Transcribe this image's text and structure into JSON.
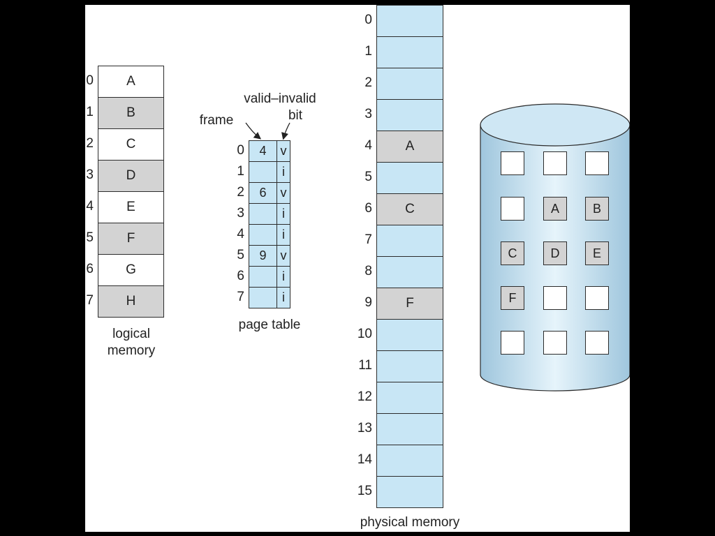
{
  "logical_memory": {
    "indices": [
      "0",
      "1",
      "2",
      "3",
      "4",
      "5",
      "6",
      "7"
    ],
    "pages": [
      "A",
      "B",
      "C",
      "D",
      "E",
      "F",
      "G",
      "H"
    ],
    "shaded": [
      false,
      true,
      false,
      true,
      false,
      true,
      false,
      true
    ],
    "caption_line1": "logical",
    "caption_line2": "memory"
  },
  "page_table": {
    "indices": [
      "0",
      "1",
      "2",
      "3",
      "4",
      "5",
      "6",
      "7"
    ],
    "frames": [
      "4",
      "",
      "6",
      "",
      "",
      "9",
      "",
      ""
    ],
    "bits": [
      "v",
      "i",
      "v",
      "i",
      "i",
      "v",
      "i",
      "i"
    ],
    "frame_label": "frame",
    "valid_invalid_label_line1": "valid–invalid",
    "valid_invalid_label_line2": "bit",
    "caption": "page table"
  },
  "physical_memory": {
    "indices": [
      "0",
      "1",
      "2",
      "3",
      "4",
      "5",
      "6",
      "7",
      "8",
      "9",
      "10",
      "11",
      "12",
      "13",
      "14",
      "15"
    ],
    "contents": [
      "",
      "",
      "",
      "",
      "A",
      "",
      "C",
      "",
      "",
      "F",
      "",
      "",
      "",
      "",
      "",
      ""
    ],
    "caption": "physical memory"
  },
  "disk": {
    "boxes": [
      "",
      "",
      "",
      "",
      "A",
      "B",
      "C",
      "D",
      "E",
      "F",
      "",
      "",
      "",
      "",
      ""
    ]
  },
  "colors": {
    "background": "#000000",
    "slide": "#ffffff",
    "light_blue": "#c8e6f5",
    "shade_gray": "#d3d3d3",
    "cylinder_edge": "#9fc6dd",
    "cylinder_center": "#e6f4fb",
    "border": "#2b2b2b"
  }
}
